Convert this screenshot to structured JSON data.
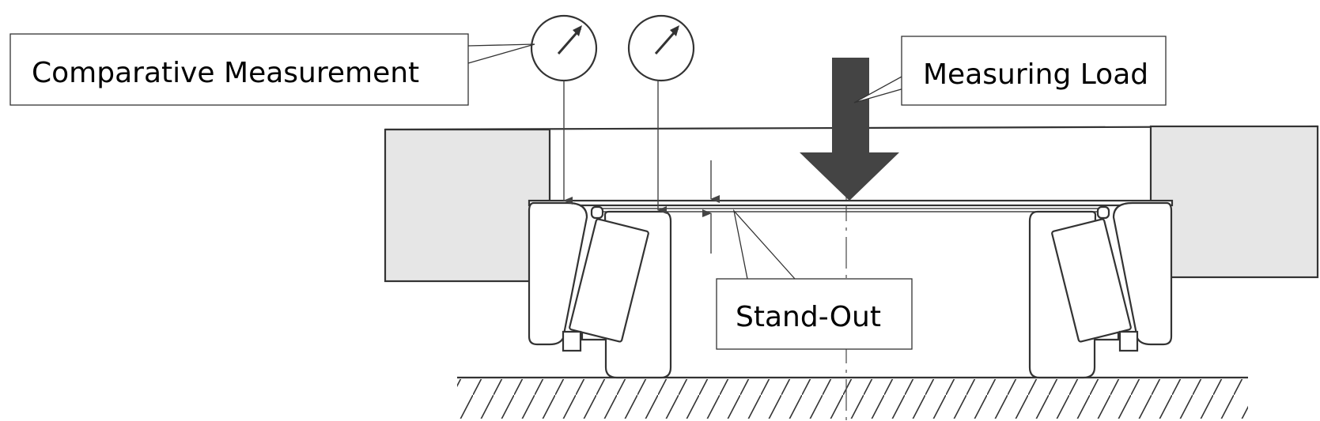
{
  "labels": {
    "comparative_measurement": "Comparative Measurement",
    "measuring_load": "Measuring Load",
    "stand_out": "Stand-Out"
  },
  "colors": {
    "load_arrow": "#444444",
    "housing_fill": "#e6e6e6",
    "line": "#333333"
  }
}
